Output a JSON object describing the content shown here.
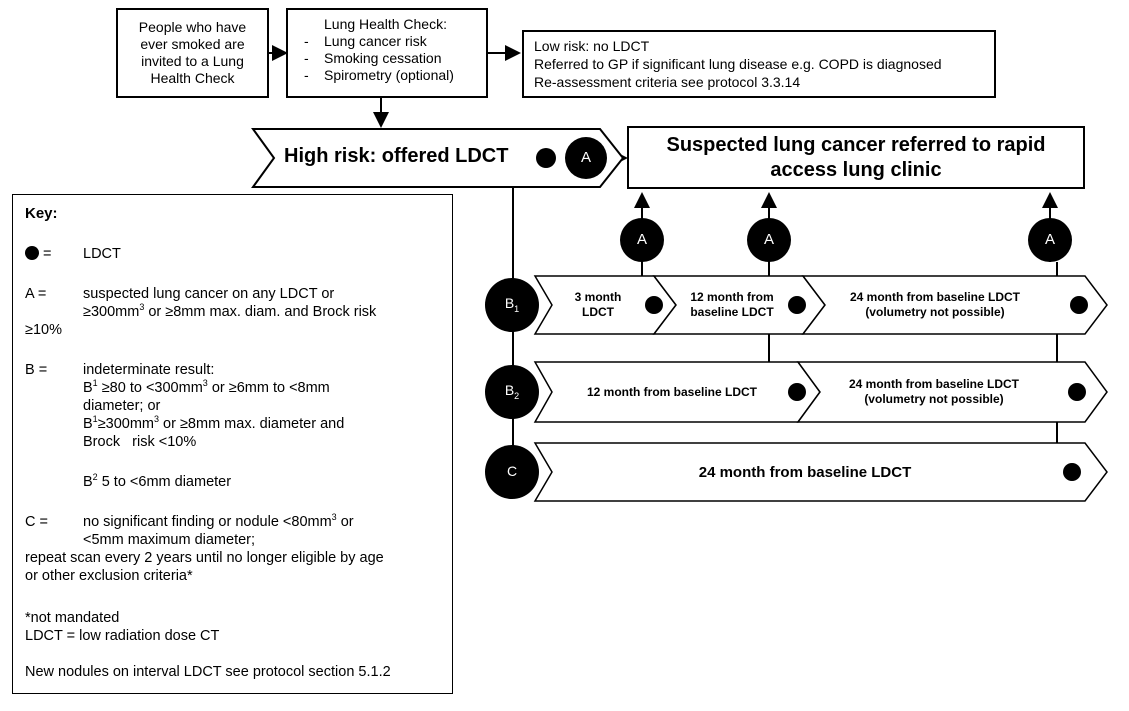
{
  "invite_box": {
    "text": "People who have ever smoked are invited to a Lung Health Check"
  },
  "check_box": {
    "title": "Lung Health Check:",
    "items": [
      "Lung cancer risk",
      "Smoking cessation",
      "Spirometry (optional)"
    ]
  },
  "low_risk_box": {
    "lines": [
      "Low risk: no LDCT",
      "Referred to GP if significant lung disease e.g. COPD is diagnosed",
      "Re-assessment  criteria see protocol 3.3.14"
    ]
  },
  "high_risk": {
    "label": "High risk: offered LDCT",
    "badge": "A"
  },
  "referral_box": {
    "text": "Suspected lung cancer referred to rapid access lung clinic"
  },
  "a_badges": [
    "A",
    "A",
    "A"
  ],
  "pathways": {
    "b1": {
      "badge_letter": "B",
      "badge_sub": "1",
      "steps": [
        "3 month LDCT",
        "12 month from baseline LDCT",
        "24 month from baseline LDCT (volumetry not possible)"
      ]
    },
    "b2": {
      "badge_letter": "B",
      "badge_sub": "2",
      "steps": [
        "12 month from baseline LDCT",
        "24 month from baseline LDCT (volumetry not possible)"
      ]
    },
    "c": {
      "badge_letter": "C",
      "steps": [
        "24 month from baseline LDCT"
      ]
    }
  },
  "key": {
    "title": "Key:",
    "dot": {
      "label": "=",
      "text": "LDCT"
    },
    "a": {
      "label": "A =",
      "line1": "suspected lung cancer on any LDCT or",
      "line2a": "≥300mm",
      "line2b": " or ≥8mm max. diam. and Brock risk",
      "line3": "≥10%"
    },
    "b": {
      "label": "B =",
      "line1": "indeterminate result:",
      "line2a": "B",
      "line2b": " ≥80 to <300mm",
      "line2c": " or ≥6mm to <8mm",
      "line3": "diameter; or",
      "line4a": "B",
      "line4b": "≥300mm",
      "line4c": " or ≥8mm max. diameter and",
      "line5": "Brock   risk <10%",
      "line6a": "B",
      "line6b": " 5 to <6mm diameter"
    },
    "c": {
      "label": "C =",
      "line1a": "no significant finding or nodule <80mm",
      "line1b": " or",
      "line2": "<5mm maximum diameter;",
      "line3": "repeat scan every 2 years until no longer eligible by age",
      "line4": "or other exclusion criteria*"
    },
    "not_mandated": "*not mandated",
    "ldct_def": "LDCT = low radiation dose CT",
    "new_nodules": "New nodules on interval LDCT see protocol section 5.1.2"
  }
}
